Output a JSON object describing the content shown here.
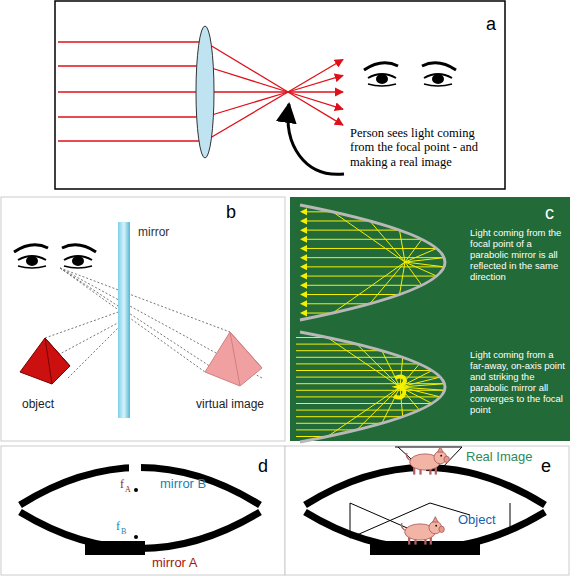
{
  "diagram": {
    "labels": [
      "a",
      "Person sees light coming from the focal point - and making a real image",
      "b",
      "mirror",
      "object",
      "virtual image",
      "c",
      "Light coming from the focal point of a parabolic mirror is all reflected in the same direction",
      "Light coming from a far-away, on-axis point and striking the parabolic mirror all converges to the focal point",
      "d",
      "f",
      "A",
      "mirror B",
      "f",
      "B",
      "mirror A",
      "e",
      "Real Image",
      "Object"
    ]
  }
}
